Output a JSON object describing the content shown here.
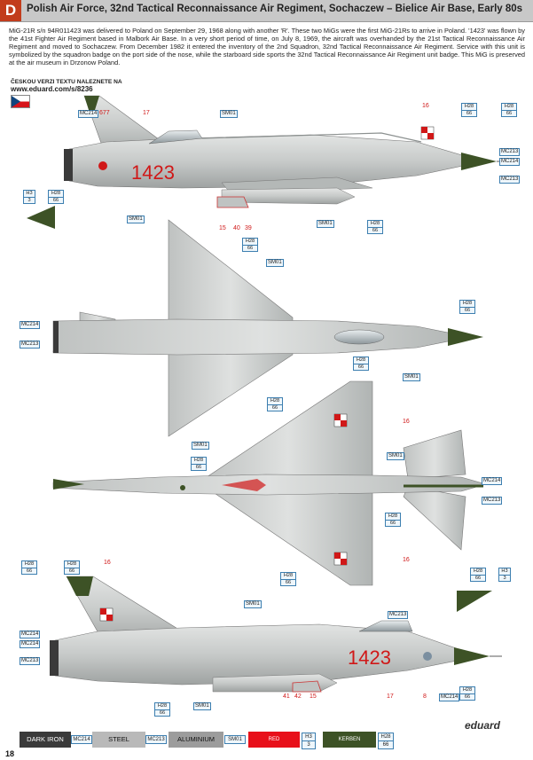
{
  "header": {
    "letter": "D",
    "title": "Polish Air Force, 32nd Tactical Reconnaissance Air Regiment, Sochaczew – Bielice Air Base, Early 80s"
  },
  "description": "MiG-21R s/n 94R011423 was delivered to Poland on September 29, 1968 along with another 'R'. These two MiGs were the first MiG-21Rs to arrive in Poland. '1423' was flown by the 41st Fighter Air Regiment based in Malbork Air Base. In a very short period of time, on July 8, 1969, the aircraft was overhanded by the 21st Tactical Reconnaissance Air Regiment and moved to Sochaczew. From December 1982 it entered the inventory of the 2nd Squadron, 32nd Tactical Reconnaissance Air Regiment. Service with this unit is symbolized by the squadron badge on the port side of the nose, while the starboard side sports the 32nd Tactical Reconnaissance Air Regiment unit badge. This MiG is preserved at the air museum in Drzonow Poland.",
  "czech": {
    "label": "ČESKOU VERZI TEXTU NALEZNETE NA",
    "url": "www.eduard.com/s/8236"
  },
  "aircraft": {
    "serial": "1423"
  },
  "labels": {
    "mc214": "MC214",
    "mc213": "MC213",
    "sm01": "SM01",
    "h28": "H28",
    "h3": "H3",
    "n66": "66",
    "n3": "3"
  },
  "decals": {
    "d16": "16",
    "d17": "17",
    "d677": "677",
    "d15": "15",
    "d40": "40",
    "d39": "39",
    "d41": "41",
    "d42": "42",
    "d8": "8"
  },
  "legend": {
    "items": [
      {
        "name": "DARK IRON",
        "code": "MC214",
        "color": "#3a3a3a",
        "text": "#ffffff"
      },
      {
        "name": "STEEL",
        "code": "MC213",
        "color": "#b9b9b9",
        "text": "#111111"
      },
      {
        "name": "ALUMINIUM",
        "code": "SM01",
        "color": "#9c9c9c",
        "text": "#111111"
      },
      {
        "name": "RED",
        "code1": "H3",
        "code2": "3",
        "color": "#e8101a",
        "text": "#ffffff"
      },
      {
        "name": "KERBEN",
        "code1": "H28",
        "code2": "66",
        "color": "#3d5226",
        "text": "#ffffff"
      }
    ],
    "page_number": "18",
    "brand": "eduard"
  },
  "colors": {
    "accent": "#c23c1c",
    "green": "#3d5226",
    "silver": "#c6c9c8",
    "red": "#d01818"
  }
}
